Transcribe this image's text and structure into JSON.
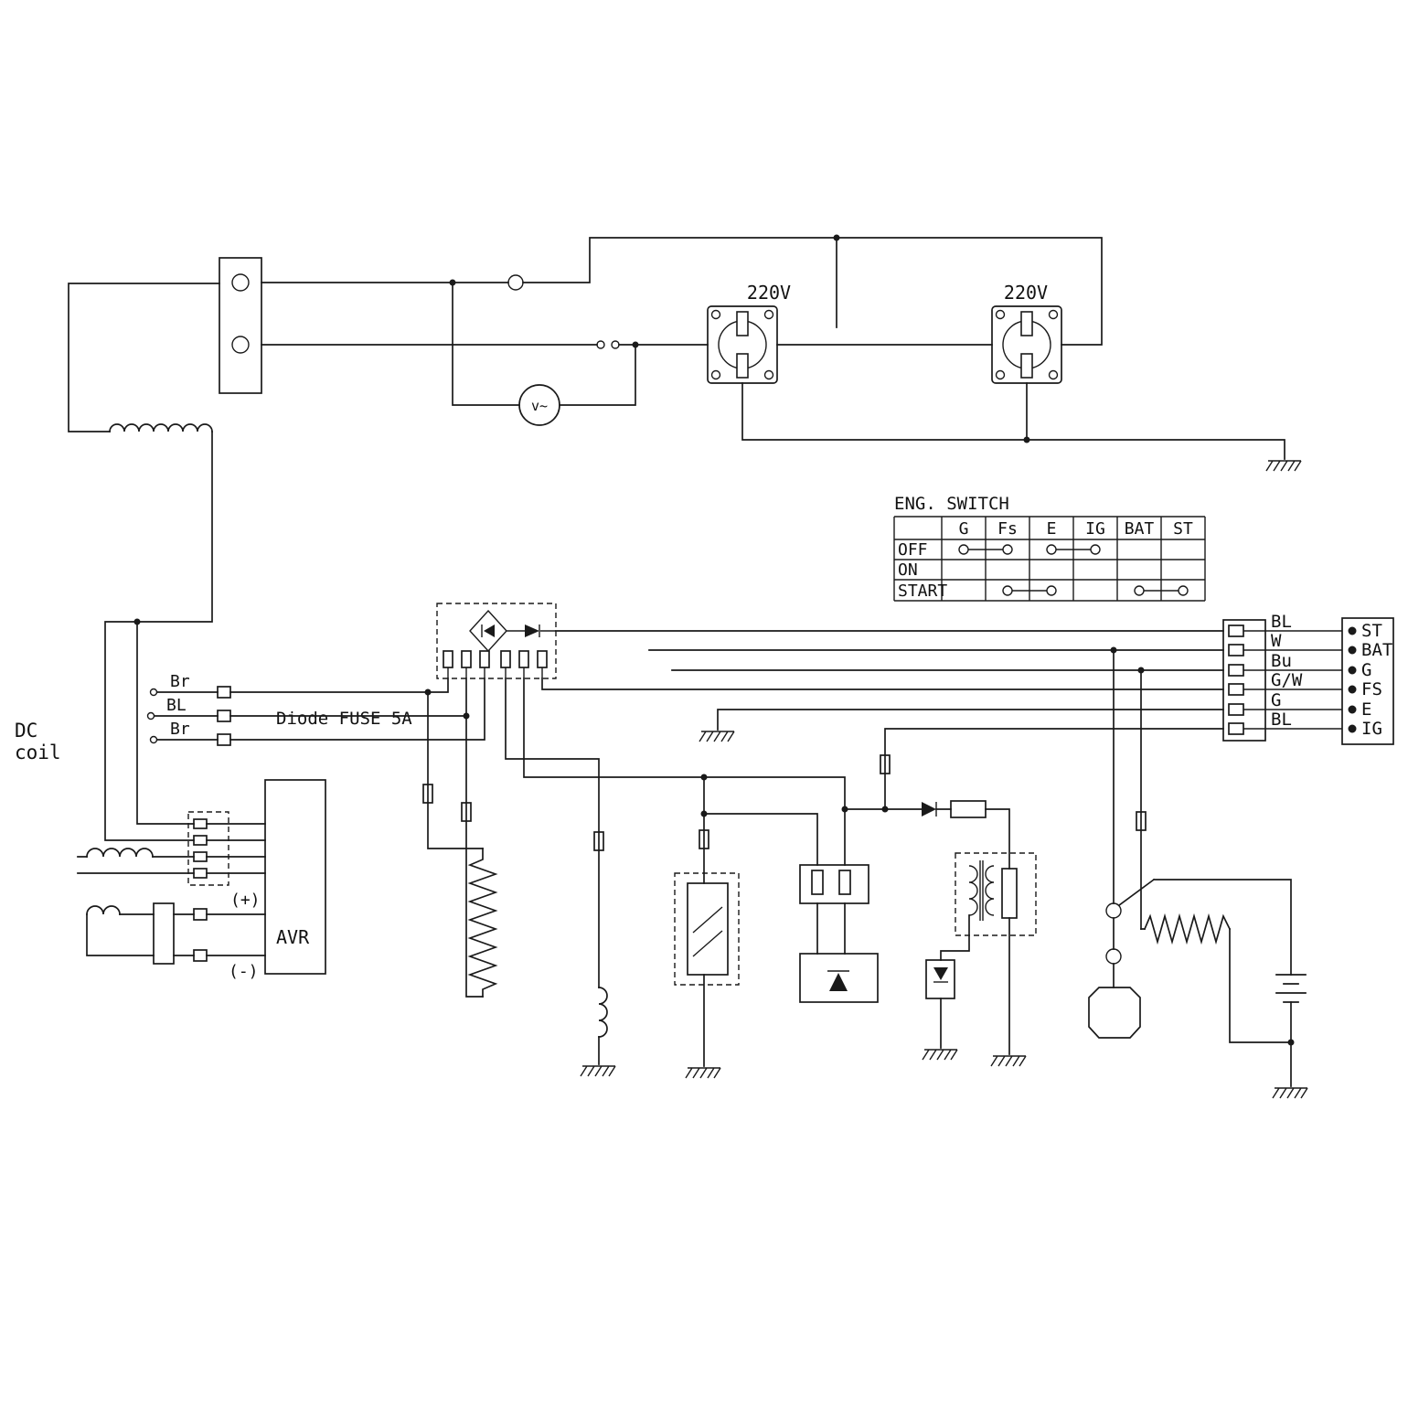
{
  "labels": {
    "dc_coil_line1": "DC",
    "dc_coil_line2": "coil",
    "outlet1": "220V",
    "outlet2": "220V",
    "voltmeter": "v~",
    "stator_wire1": "Br",
    "stator_wire2": "BL",
    "stator_wire3": "Br",
    "diode_fuse_note": "Diode FUSE 5A",
    "avr": "AVR",
    "avr_plus": "(+)",
    "avr_minus": "(-)"
  },
  "switch_table": {
    "title": "ENG. SWITCH",
    "columns": [
      "G",
      "Fs",
      "E",
      "IG",
      "BAT",
      "ST"
    ],
    "rows": [
      "OFF",
      "ON",
      "START"
    ],
    "connections": [
      {
        "row": "OFF",
        "bridges": [
          [
            "G",
            "Fs"
          ],
          [
            "E",
            "IG"
          ]
        ]
      },
      {
        "row": "ON",
        "bridges": []
      },
      {
        "row": "START",
        "bridges": [
          [
            "Fs",
            "E"
          ],
          [
            "BAT",
            "ST"
          ]
        ]
      }
    ]
  },
  "connector": {
    "wire_labels": [
      "BL",
      "W",
      "Bu",
      "G/W",
      "G",
      "BL"
    ],
    "terminal_labels": [
      "ST",
      "BAT",
      "G",
      "FS",
      "E",
      "IG"
    ]
  },
  "line_color": "#1a1a1a"
}
